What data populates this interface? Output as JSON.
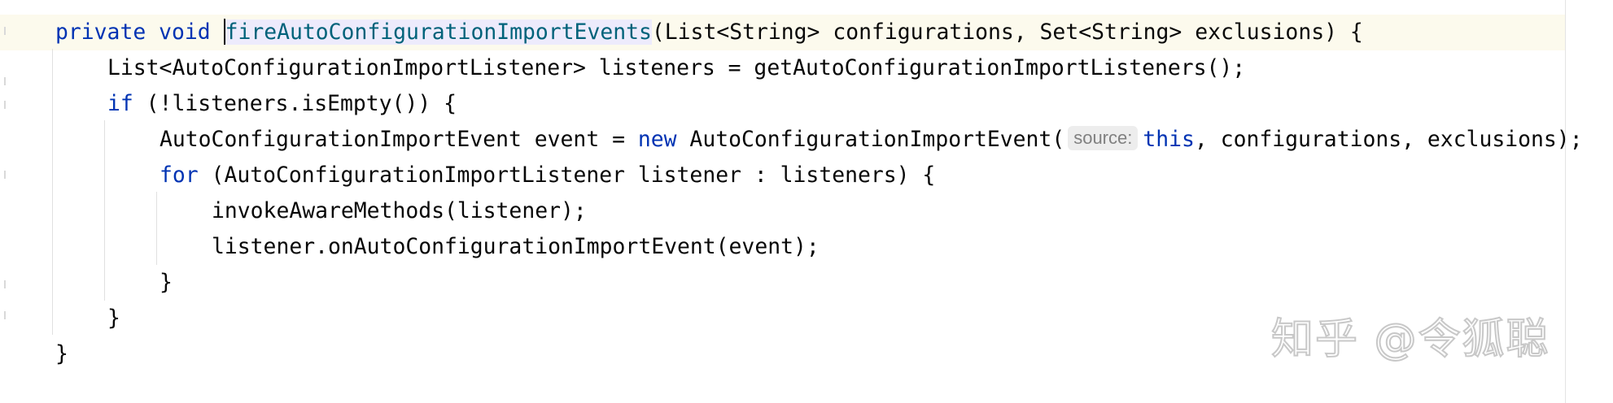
{
  "editor": {
    "lines": [
      {
        "indent": 0,
        "tokens": [
          {
            "text": "private void ",
            "kind": "kw"
          },
          {
            "text": "fireAutoConfigurationImportEvents",
            "kind": "method-decl"
          },
          {
            "text": "(List<String> configurations, Set<String> exclusions) {",
            "kind": "plain"
          }
        ]
      },
      {
        "indent": 1,
        "tokens": [
          {
            "text": "List<AutoConfigurationImportListener> listeners = getAutoConfigurationImportListeners();",
            "kind": "plain"
          }
        ]
      },
      {
        "indent": 1,
        "tokens": [
          {
            "text": "if",
            "kind": "kw"
          },
          {
            "text": " (!listeners.isEmpty()) {",
            "kind": "plain"
          }
        ]
      },
      {
        "indent": 2,
        "tokens": [
          {
            "text": "AutoConfigurationImportEvent event = ",
            "kind": "plain"
          },
          {
            "text": "new",
            "kind": "kw"
          },
          {
            "text": " AutoConfigurationImportEvent(",
            "kind": "plain"
          },
          {
            "text": "source:",
            "kind": "hint"
          },
          {
            "text": "this",
            "kind": "kw"
          },
          {
            "text": ", configurations, exclusions);",
            "kind": "plain"
          }
        ]
      },
      {
        "indent": 2,
        "tokens": [
          {
            "text": "for",
            "kind": "kw"
          },
          {
            "text": " (AutoConfigurationImportListener listener : listeners) {",
            "kind": "plain"
          }
        ]
      },
      {
        "indent": 3,
        "tokens": [
          {
            "text": "invokeAwareMethods(listener);",
            "kind": "plain"
          }
        ]
      },
      {
        "indent": 3,
        "tokens": [
          {
            "text": "listener.onAutoConfigurationImportEvent(event);",
            "kind": "plain"
          }
        ]
      },
      {
        "indent": 2,
        "tokens": [
          {
            "text": "}",
            "kind": "plain"
          }
        ]
      },
      {
        "indent": 1,
        "tokens": [
          {
            "text": "}",
            "kind": "plain"
          }
        ]
      },
      {
        "indent": 0,
        "tokens": [
          {
            "text": "}",
            "kind": "plain"
          }
        ]
      }
    ]
  },
  "watermark": {
    "text": "知乎 @令狐聪"
  },
  "colors": {
    "keyword": "#0033b3",
    "method_declaration": "#00627a",
    "identifier_highlight": "#edebfc",
    "plain_text": "#080808",
    "inlay_hint_text": "#808080",
    "inlay_hint_background": "#ededed",
    "caret_line_background": "#fcfaed"
  }
}
